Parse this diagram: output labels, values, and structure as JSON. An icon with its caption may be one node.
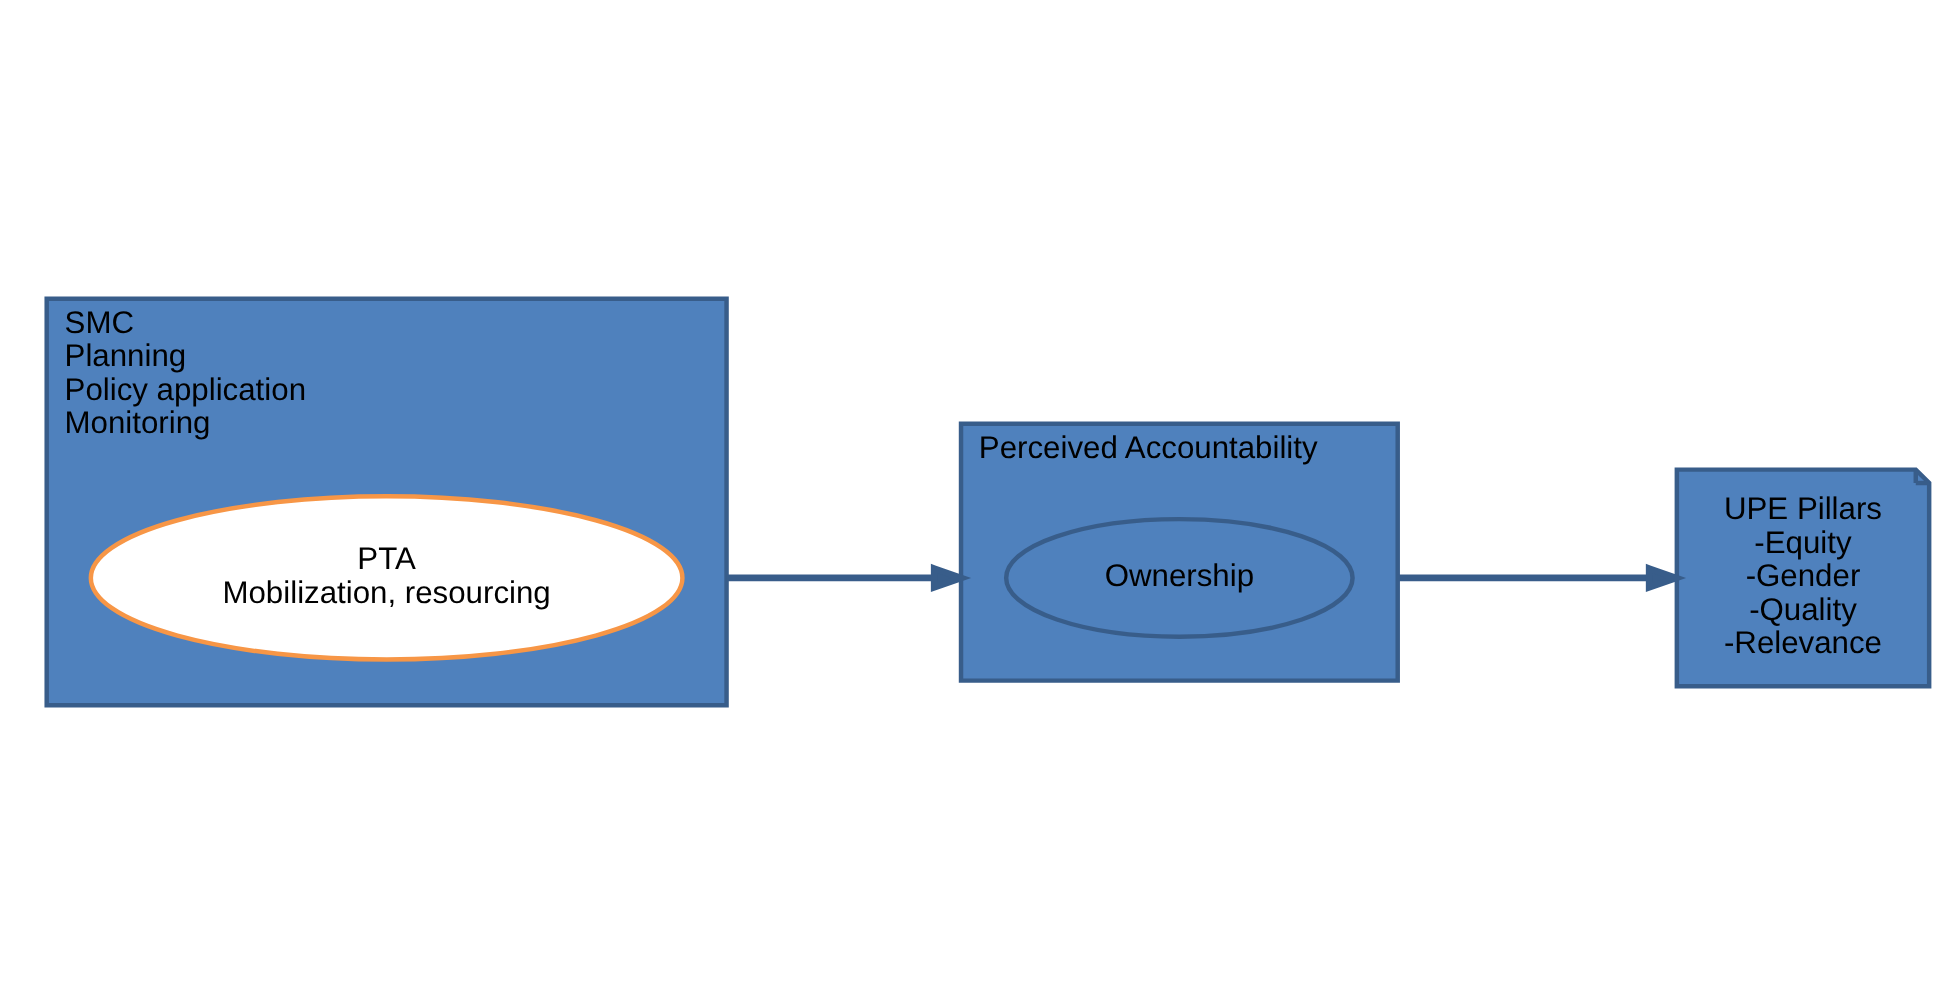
{
  "diagram": {
    "nodes": [
      {
        "text": [
          "SMC",
          "Planning",
          "Policy application",
          "Monitoring"
        ]
      },
      {
        "text": [
          "PTA",
          "Mobilization, resourcing"
        ],
        "in": 0
      },
      {
        "text": [
          "Perceived Accountability"
        ]
      },
      {
        "text": [
          "Ownership"
        ],
        "in": 2
      },
      {
        "text": [
          "UPE Pillars",
          "-Equity",
          "-Gender",
          "-Quality",
          "-Relevance"
        ]
      }
    ],
    "edges": [
      {
        "from": 0,
        "to": 2,
        "arrow": "to"
      },
      {
        "from": 2,
        "to": 4,
        "arrow": "to"
      }
    ]
  }
}
